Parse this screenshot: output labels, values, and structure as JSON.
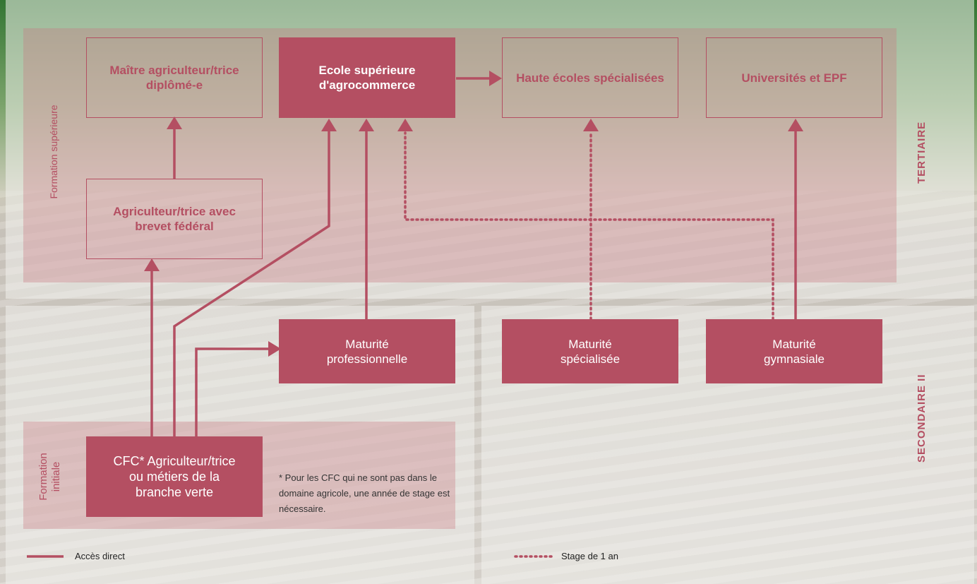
{
  "levels": {
    "tertiary": "TERTIAIRE",
    "secondary": "SECONDAIRE II"
  },
  "bands": {
    "higher": "Formation supérieure",
    "initial_line1": "Formation",
    "initial_line2": "initiale"
  },
  "boxes": {
    "maitre": "Maître agriculteur/trice diplômé-e",
    "ecole": "Ecole supérieure d'agrocommerce",
    "haute": "Haute écoles spécialisées",
    "univ": "Universités et EPF",
    "brevet": "Agriculteur/trice avec brevet fédéral",
    "mat_pro": "Maturité professionnelle",
    "mat_spec": "Maturité spécialisée",
    "mat_gym": "Maturité gymnasiale",
    "cfc": "CFC* Agriculteur/trice ou métiers de la branche verte"
  },
  "footnote": "* Pour les CFC qui ne sont pas dans le domaine agricole, une année de stage est nécessaire.",
  "legend": {
    "direct": "Accès direct",
    "stage": "Stage de 1 an"
  },
  "colors": {
    "accent": "#b44f62"
  }
}
